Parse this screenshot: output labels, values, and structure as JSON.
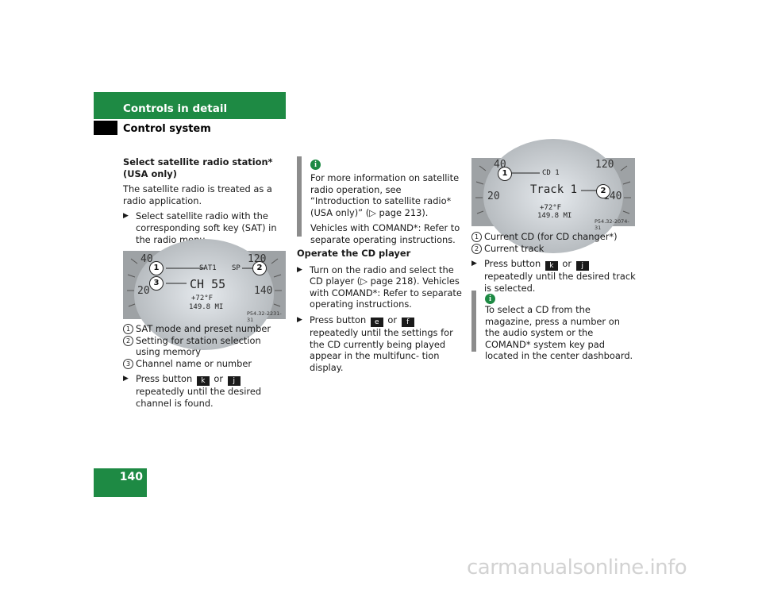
{
  "header": {
    "title": "Controls in detail",
    "subtitle": "Control system"
  },
  "page_number": "140",
  "left": {
    "heading_line1": "Select satellite radio station*",
    "heading_line2": "(USA only)",
    "intro": "The satellite radio is treated as a radio application.",
    "bullet1": "Select satellite radio with the corresponding soft key (SAT) in the radio menu.",
    "image": {
      "dial_40": "40",
      "dial_20": "20",
      "dial_120": "120",
      "dial_140": "140",
      "sat_label": "SAT1",
      "sp_label": "SP",
      "channel": "CH 55",
      "temp": "+72°F",
      "miles": "149.8 MI",
      "code": "P54.32-2231-31",
      "c1": "1",
      "c2": "2",
      "c3": "3"
    },
    "legend": [
      {
        "n": "1",
        "text": "SAT mode and preset number"
      },
      {
        "n": "2",
        "text": "Setting for station selection using memory"
      },
      {
        "n": "3",
        "text": "Channel name or number"
      }
    ],
    "bullet2_pre": "Press button",
    "bullet2_or": "or",
    "bullet2_post": "repeatedly until the desired channel is found.",
    "key_k": "k",
    "key_j": "j"
  },
  "middle": {
    "note": {
      "icon": "i",
      "text1": "For more information on satellite radio operation, see “Introduction to satellite radio* (USA only)” (▷ page 213).",
      "text2": "Vehicles with COMAND*: Refer to separate operating instructions."
    },
    "heading": "Operate the CD player",
    "bullet1": "Turn on the radio and select the CD player (▷ page 218). Vehicles with COMAND*: Refer to separate operating instructions.",
    "bullet2_pre": "Press button",
    "bullet2_or": "or",
    "bullet2_post": "repeatedly until the settings for the CD currently being played appear in the multifunc- tion display.",
    "key_e": "e",
    "key_f": "f"
  },
  "right": {
    "image": {
      "dial_40": "40",
      "dial_20": "20",
      "dial_120": "120",
      "dial_140": "140",
      "cd_label": "CD 1",
      "track": "Track 1",
      "temp": "+72°F",
      "miles": "149.8 MI",
      "code": "P54.32-2074-31",
      "c1": "1",
      "c2": "2"
    },
    "legend": [
      {
        "n": "1",
        "text": "Current CD (for CD changer*)"
      },
      {
        "n": "2",
        "text": "Current track"
      }
    ],
    "bullet_pre": "Press button",
    "bullet_or": "or",
    "bullet_post": "repeatedly until the desired track is selected.",
    "key_k": "k",
    "key_j": "j",
    "note": {
      "icon": "i",
      "text": "To select a CD from the magazine, press a number on the audio system or the COMAND* system key pad located in the center dashboard."
    }
  },
  "watermark": "carmanualsonline.info",
  "colors": {
    "accent": "#1e8a44",
    "note_bar": "#8c8c8c"
  }
}
